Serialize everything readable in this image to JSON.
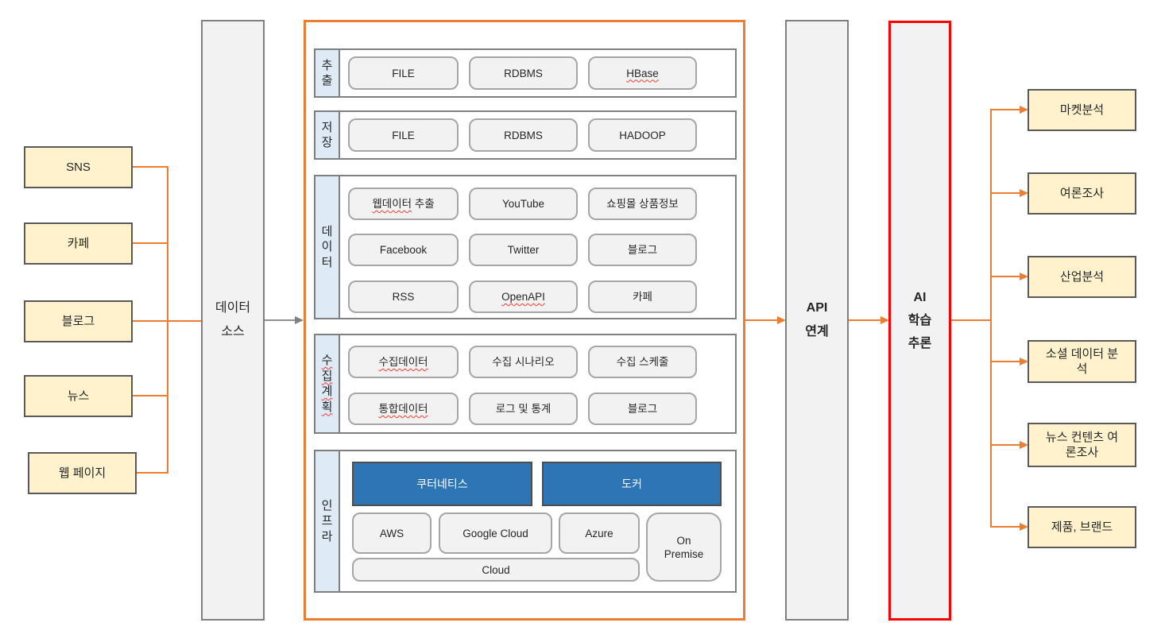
{
  "left_column": {
    "items": [
      "SNS",
      "카페",
      "블로그",
      "뉴스",
      "웹 페이지"
    ]
  },
  "data_source": {
    "line1": "데이터",
    "line2": "소스"
  },
  "pipeline": {
    "extract": {
      "label": "추출",
      "items": [
        "FILE",
        "RDBMS",
        "HBase"
      ]
    },
    "storage": {
      "label": "저장",
      "items": [
        "FILE",
        "RDBMS",
        "HADOOP"
      ]
    },
    "data": {
      "label": "데이터",
      "cell_0_wavy": "웹데이터",
      "cell_0_rest": " 추출",
      "cells": [
        "YouTube",
        "쇼핑몰 상품정보",
        "Facebook",
        "Twitter",
        "블로그",
        "RSS",
        "OpenAPI",
        "카페"
      ]
    },
    "plan": {
      "label": "수집계획",
      "cells": [
        "수집데이터",
        "수집 시나리오",
        "수집 스케줄",
        "통합데이터",
        "로그 및 통계",
        "블로그"
      ]
    },
    "infra": {
      "label": "인프라",
      "kubernetes": "쿠터네티스",
      "docker": "도커",
      "aws": "AWS",
      "google_cloud": "Google Cloud",
      "azure": "Azure",
      "on_premise": "On Premise",
      "cloud": "Cloud"
    }
  },
  "api": {
    "line1": "API",
    "line2": "연계"
  },
  "ai": {
    "line1": "AI",
    "line2": "학습",
    "line3": "추론"
  },
  "right_column": {
    "items": [
      "마켓분석",
      "여론조사",
      "산업분석",
      "소셜 데이터 분석",
      "뉴스 컨텐츠 여론조사",
      "제품, 브랜드"
    ]
  },
  "colors": {
    "accent_orange": "#ED7D31",
    "accent_red": "#FF0000",
    "accent_blue": "#2E75B6",
    "box_yellow": "#FFF2CC",
    "panel_gray": "#F2F2F2",
    "label_blue": "#DEEBF7"
  }
}
